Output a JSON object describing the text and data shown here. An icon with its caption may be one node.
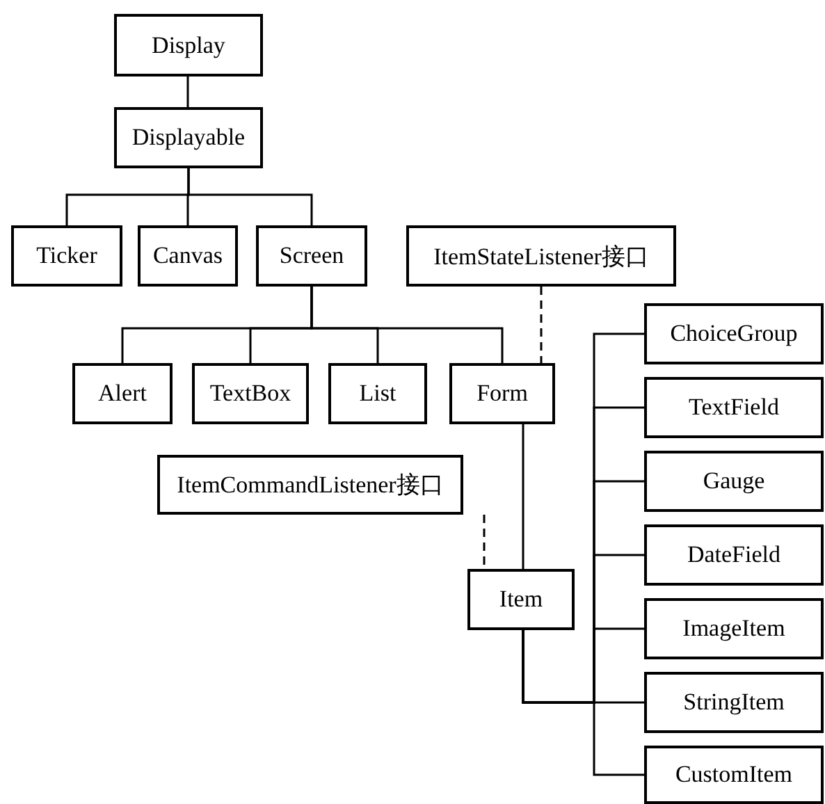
{
  "diagram": {
    "nodes": [
      {
        "text": [
          "Display"
        ]
      },
      {
        "text": [
          "Displayable"
        ]
      },
      {
        "text": [
          "Ticker"
        ]
      },
      {
        "text": [
          "Canvas"
        ]
      },
      {
        "text": [
          "Screen"
        ]
      },
      {
        "text": [
          "ItemStateListener接口"
        ]
      },
      {
        "text": [
          "Alert"
        ]
      },
      {
        "text": [
          "TextBox"
        ]
      },
      {
        "text": [
          "List"
        ]
      },
      {
        "text": [
          "Form"
        ]
      },
      {
        "text": [
          "ItemCommandListener接口"
        ]
      },
      {
        "text": [
          "Item"
        ]
      },
      {
        "text": [
          "ChoiceGroup"
        ]
      },
      {
        "text": [
          "TextField"
        ]
      },
      {
        "text": [
          "Gauge"
        ]
      },
      {
        "text": [
          "DateField"
        ]
      },
      {
        "text": [
          "ImageItem"
        ]
      },
      {
        "text": [
          "StringItem"
        ]
      },
      {
        "text": [
          "CustomItem"
        ]
      }
    ],
    "edges": [
      {
        "from": 0,
        "to": 1,
        "arrow": "none"
      },
      {
        "from": 1,
        "to": 2,
        "arrow": "none"
      },
      {
        "from": 1,
        "to": 3,
        "arrow": "none"
      },
      {
        "from": 1,
        "to": 4,
        "arrow": "none"
      },
      {
        "from": 4,
        "to": 6,
        "arrow": "none"
      },
      {
        "from": 4,
        "to": 7,
        "arrow": "none"
      },
      {
        "from": 4,
        "to": 8,
        "arrow": "none"
      },
      {
        "from": 4,
        "to": 9,
        "arrow": "none"
      },
      {
        "from": 5,
        "to": 9,
        "arrow": "none",
        "style": "dashed"
      },
      {
        "from": 9,
        "to": 11,
        "arrow": "none"
      },
      {
        "from": 10,
        "to": 11,
        "arrow": "none",
        "style": "dashed"
      },
      {
        "from": 11,
        "to": 12,
        "arrow": "none"
      },
      {
        "from": 11,
        "to": 13,
        "arrow": "none"
      },
      {
        "from": 11,
        "to": 14,
        "arrow": "none"
      },
      {
        "from": 11,
        "to": 15,
        "arrow": "none"
      },
      {
        "from": 11,
        "to": 16,
        "arrow": "none"
      },
      {
        "from": 11,
        "to": 17,
        "arrow": "none"
      },
      {
        "from": 11,
        "to": 18,
        "arrow": "none"
      }
    ]
  }
}
